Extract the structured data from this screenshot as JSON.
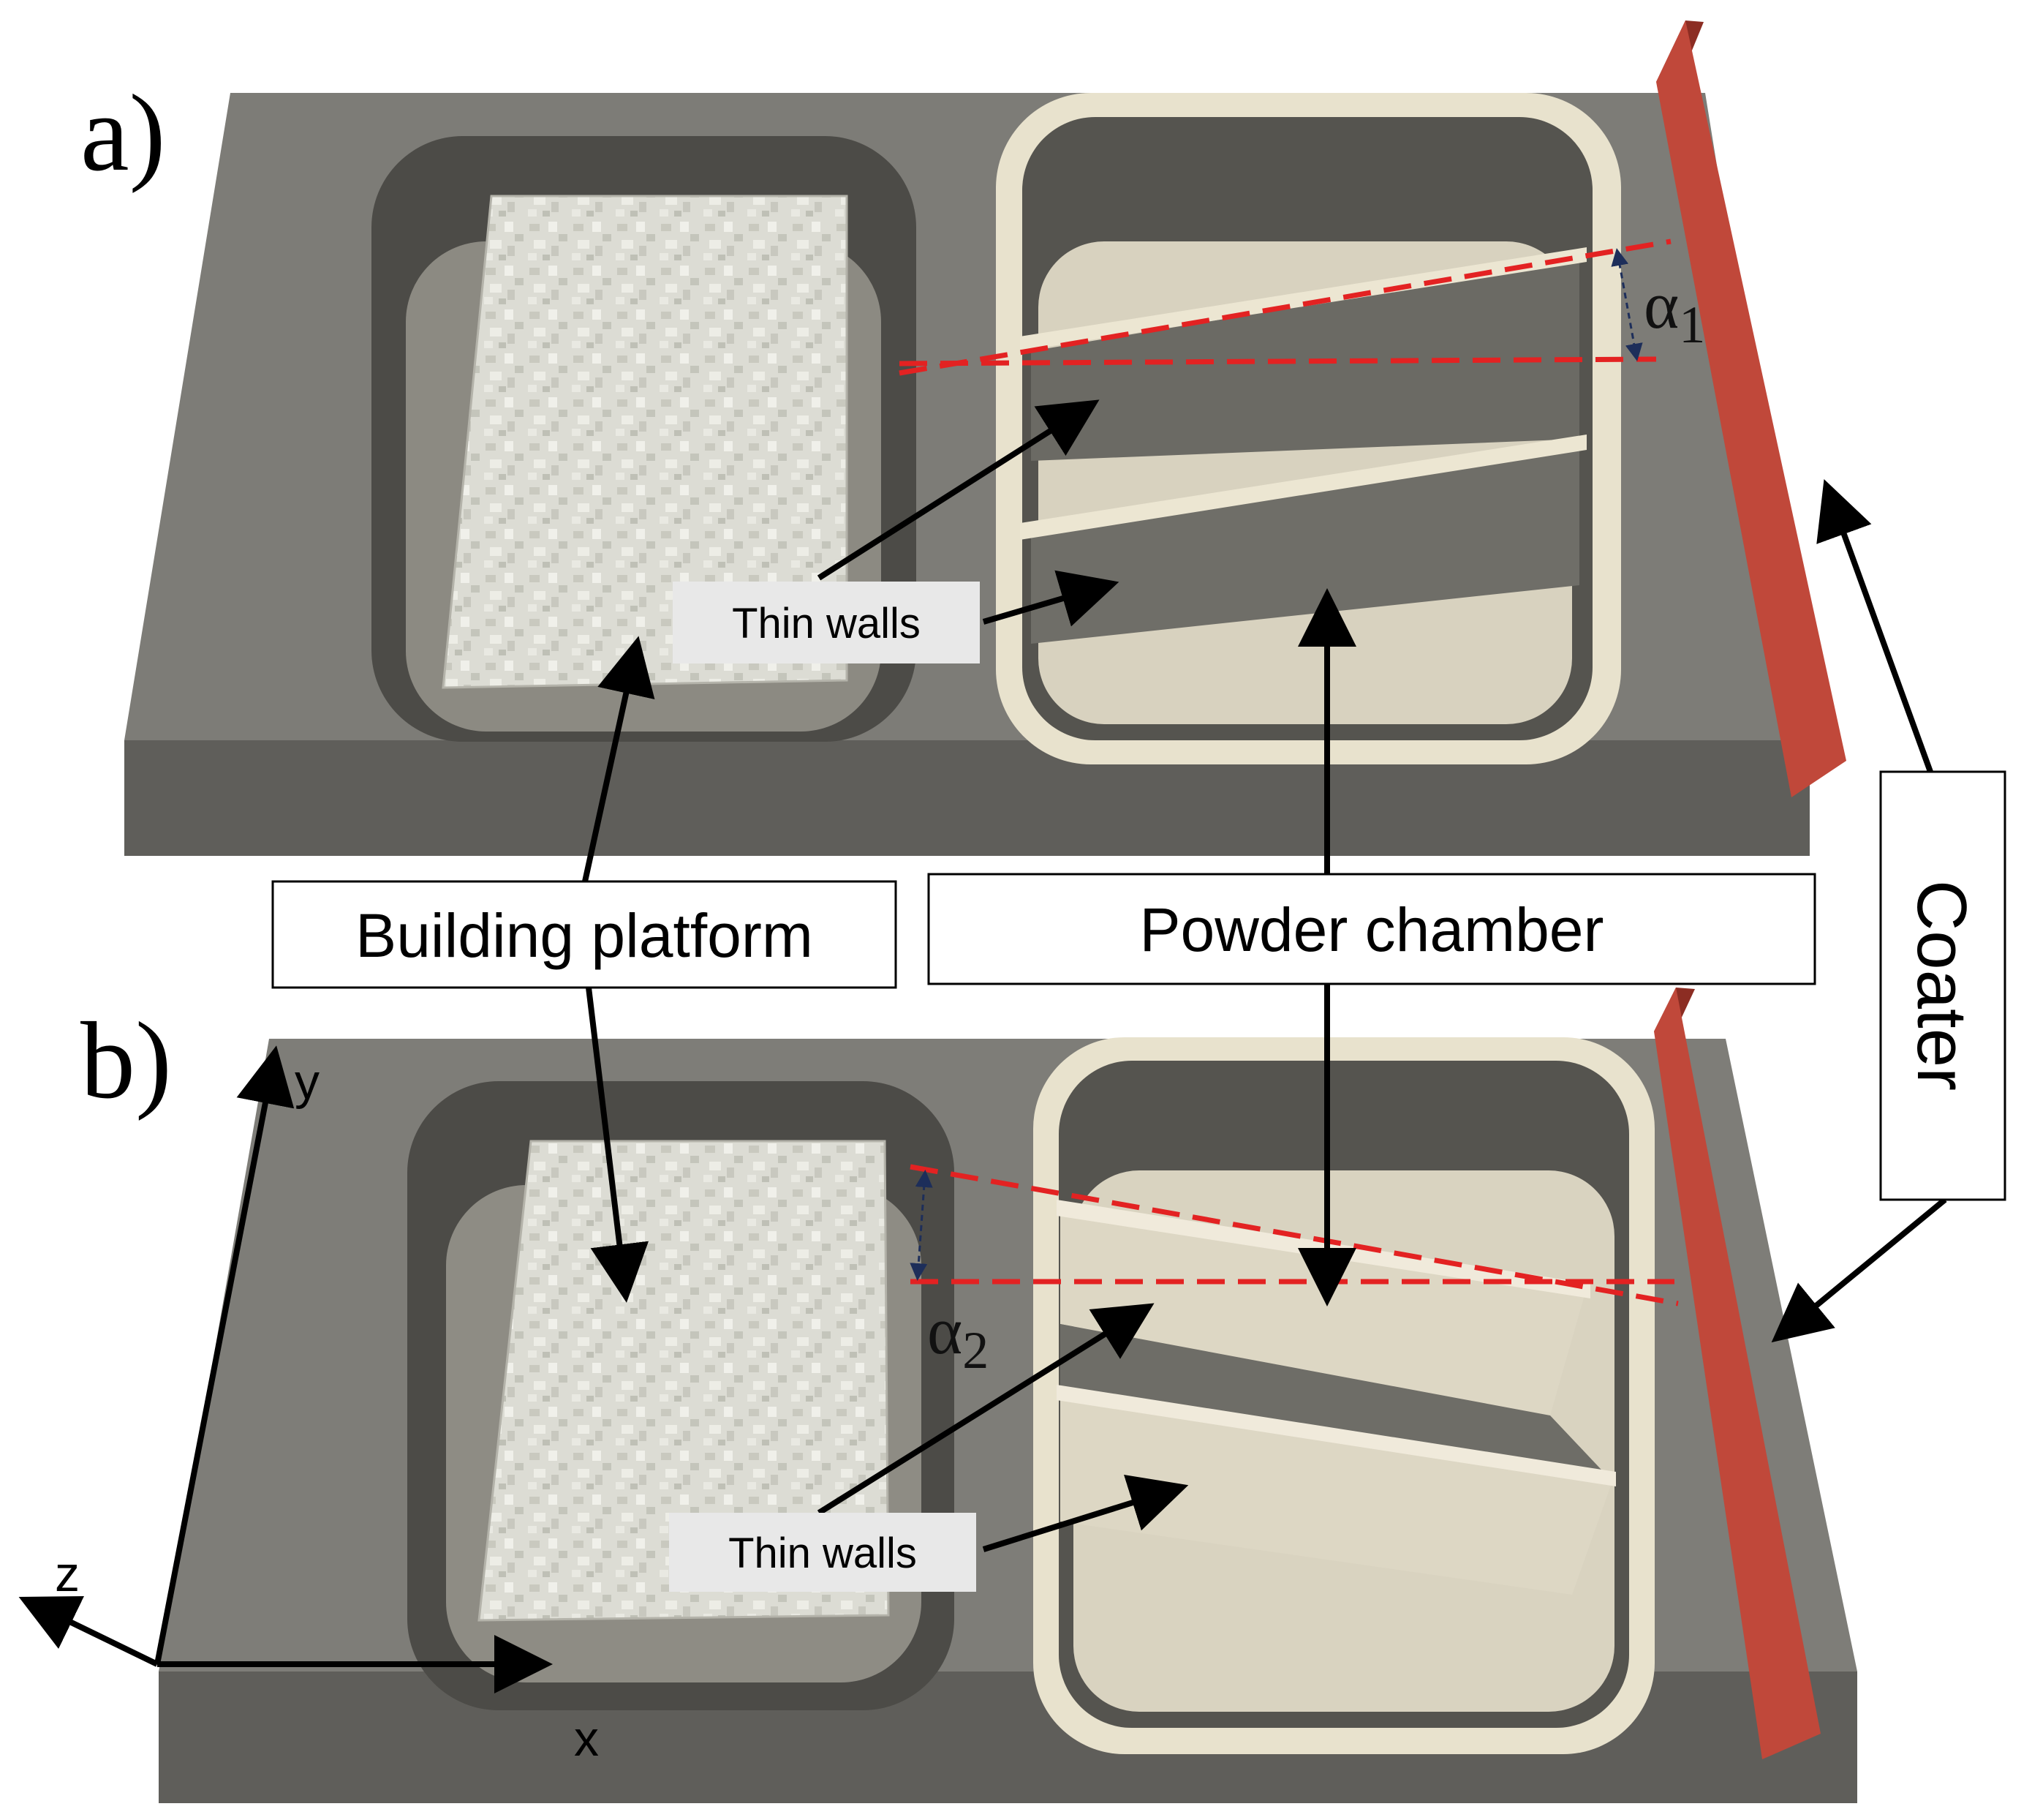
{
  "panels": {
    "a": {
      "label": "a)",
      "angle_symbol": "α",
      "angle_subscript": "1"
    },
    "b": {
      "label": "b)",
      "angle_symbol": "α",
      "angle_subscript": "2"
    }
  },
  "callouts": {
    "thin_walls_a": "Thin walls",
    "thin_walls_b": "Thin walls",
    "building_platform": "Building platform",
    "powder_chamber": "Powder chamber",
    "coater": "Coater"
  },
  "axes": {
    "x": "x",
    "y": "y",
    "z": "z"
  },
  "colors": {
    "base_top": "#7d7c77",
    "base_front": "#5e5d59",
    "pocket_dark": "#4b4a46",
    "chamber_frame": "#e9e3cf",
    "chamber_floor": "#d9d3c0",
    "platform": "#d8d8d0",
    "coater_face": "#c14a3c",
    "coater_side": "#8f2e24",
    "guide_line": "#e32222",
    "angle_marker": "#1d2e5a"
  }
}
